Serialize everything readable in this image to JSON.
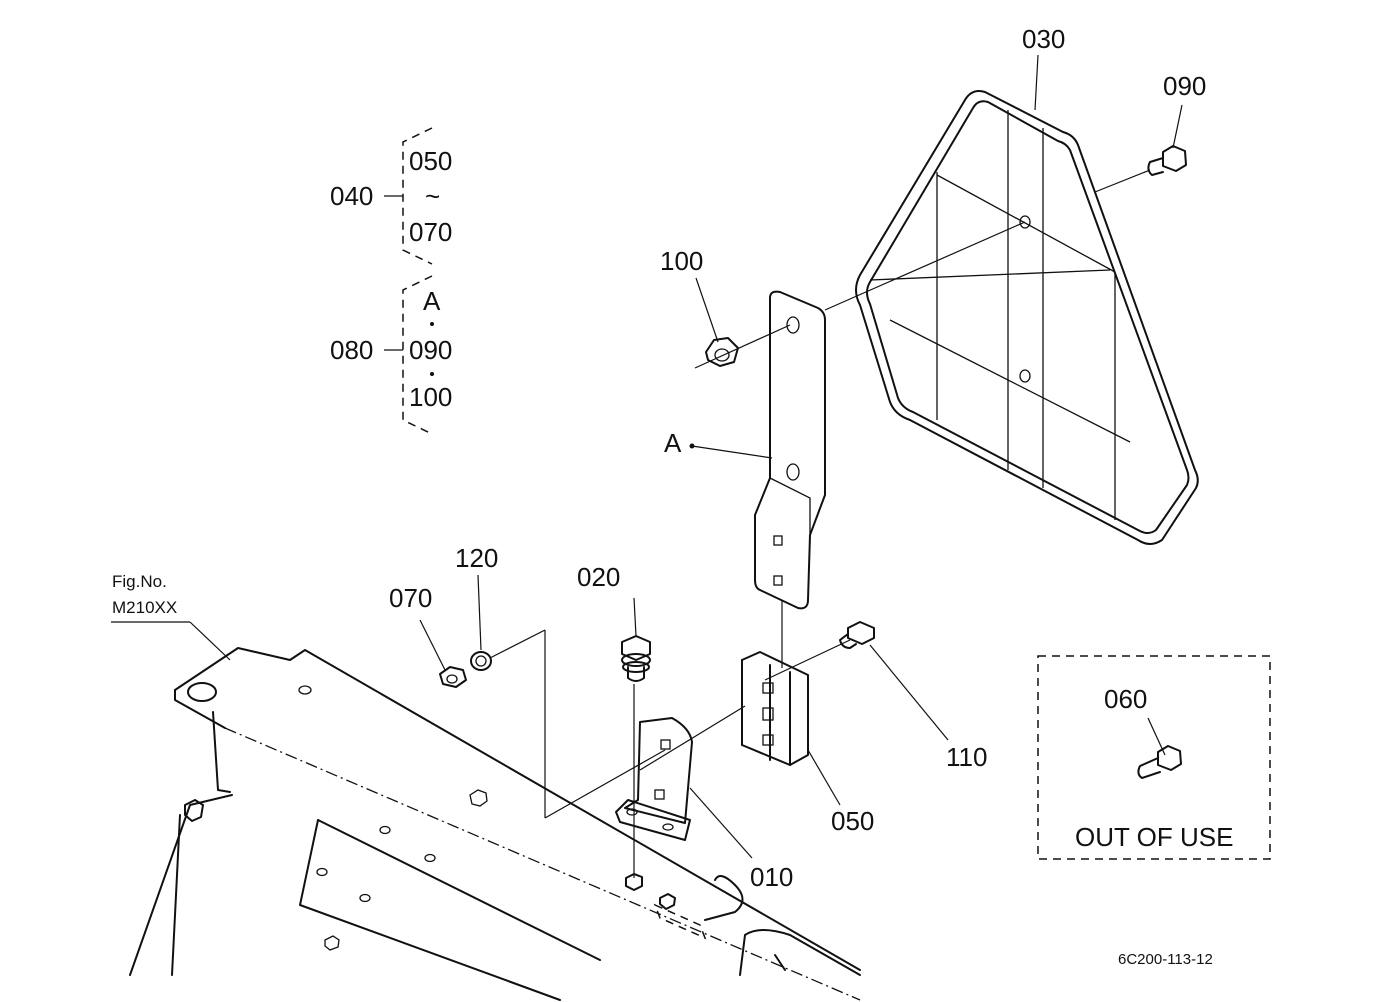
{
  "callouts": {
    "p030": "030",
    "p090": "090",
    "p100": "100",
    "pA": "A",
    "p120": "120",
    "p020": "020",
    "p070": "070",
    "p110": "110",
    "p050": "050",
    "p010": "010",
    "p060": "060"
  },
  "fig_ref": {
    "line1": "Fig.No.",
    "line2": "M210XX"
  },
  "groups": {
    "g040": {
      "id": "040",
      "first": "050",
      "sep": "~",
      "last": "070"
    },
    "g080": {
      "id": "080",
      "first": "A",
      "mid": "090",
      "last": "100"
    }
  },
  "out_of_use": {
    "text": "OUT OF USE"
  },
  "drawing_code": "6C200-113-12"
}
